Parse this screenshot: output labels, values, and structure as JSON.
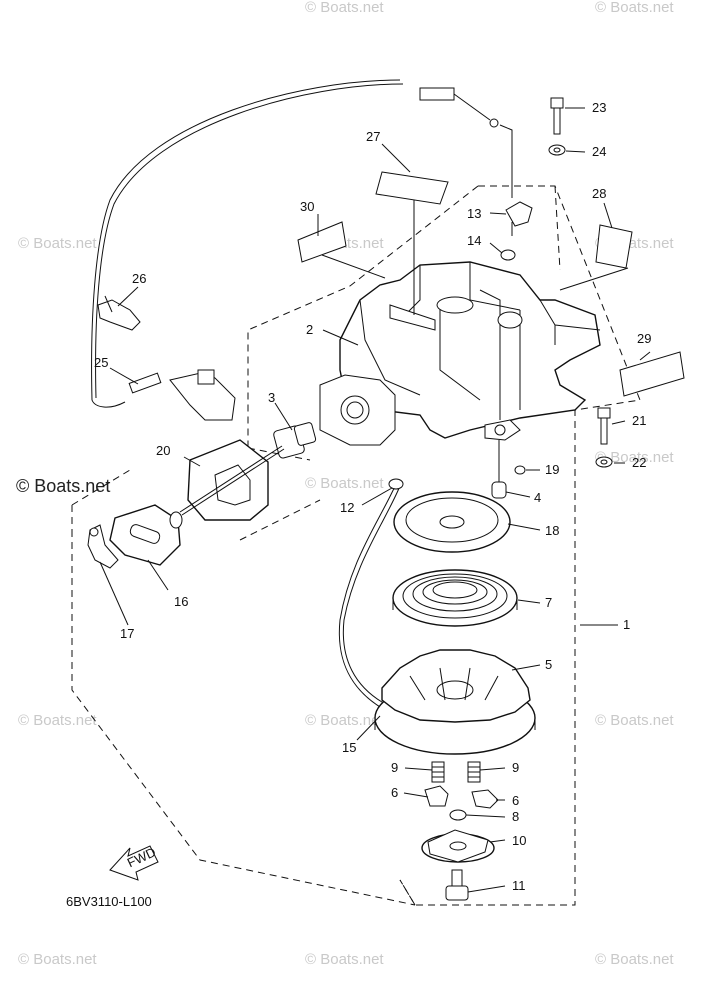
{
  "watermark": "© Boats.net",
  "watermark_main": "© Boats.net",
  "diagram_code": "6BV3110-L100",
  "fwd_label": "FWD",
  "callouts": {
    "c1": "1",
    "c2": "2",
    "c3": "3",
    "c4": "4",
    "c5": "5",
    "c6a": "6",
    "c6b": "6",
    "c7": "7",
    "c8": "8",
    "c9a": "9",
    "c9b": "9",
    "c10": "10",
    "c11": "11",
    "c12": "12",
    "c13": "13",
    "c14": "14",
    "c15": "15",
    "c16": "16",
    "c17": "17",
    "c18": "18",
    "c19": "19",
    "c20": "20",
    "c21": "21",
    "c22": "22",
    "c23": "23",
    "c24": "24",
    "c25": "25",
    "c26": "26",
    "c27": "27",
    "c28": "28",
    "c29": "29",
    "c30": "30"
  }
}
